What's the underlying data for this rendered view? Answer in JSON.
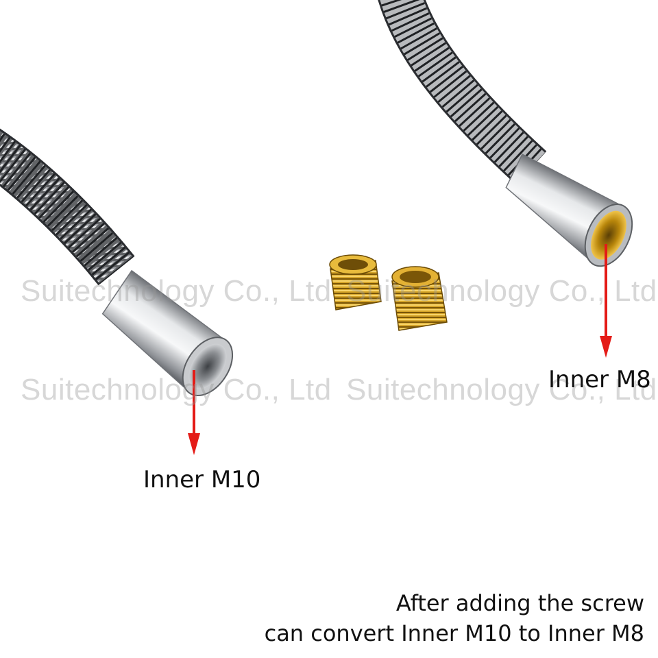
{
  "watermark": "Suitechnology Co., Ltd",
  "labels": {
    "left_fitting": "Inner M10",
    "right_fitting": "Inner M8"
  },
  "caption": {
    "line1": "After adding the screw",
    "line2": "can convert Inner M10 to Inner M8"
  },
  "colors": {
    "background": "#ffffff",
    "arrow": "#e41b17",
    "chrome": "#b9bcc0",
    "brass": "#c99a1e"
  }
}
